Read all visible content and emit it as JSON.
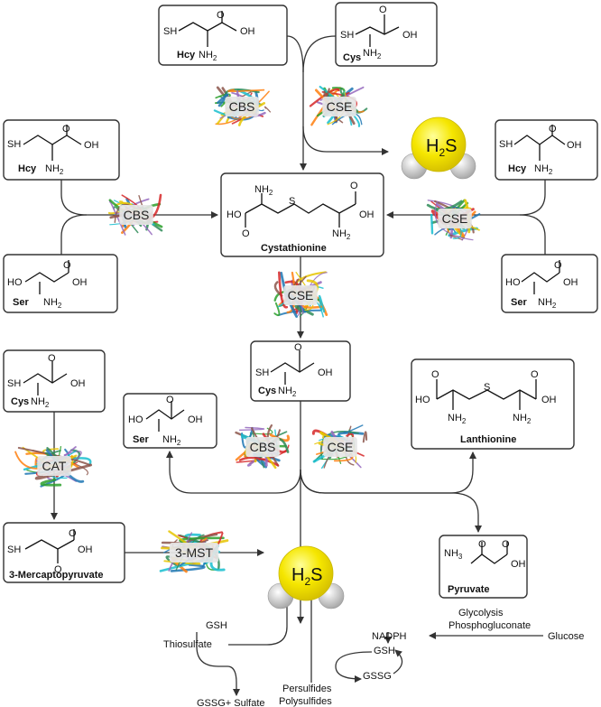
{
  "molecules": {
    "hcy": "Hcy",
    "cys": "Cys",
    "ser": "Ser",
    "cystathionine": "Cystathionine",
    "lanthionine": "Lanthionine",
    "mercaptopyruvate": "3-Mercaptopyruvate",
    "pyruvate": "Pyruvate"
  },
  "atoms": {
    "sh": "SH",
    "s": "S",
    "oh": "OH",
    "ho": "HO",
    "o": "O",
    "nh": "NH",
    "sub2": "2",
    "sub3": "3"
  },
  "enzymes": {
    "cbs": "CBS",
    "cse": "CSE",
    "cat": "CAT",
    "mst": "3-MST"
  },
  "h2s": {
    "h": "H",
    "sub": "2",
    "s": "S"
  },
  "metabolites": {
    "gsh": "GSH",
    "thiosulfate": "Thiosulfate",
    "gssg_sulfate": "GSSG+ Sulfate",
    "persulfides": "Persulfides",
    "polysulfides": "Polysulfides",
    "glycolysis": "Glycolysis",
    "phosphogluconate": "Phosphogluconate",
    "nadph": "NADPH",
    "glucose": "Glucose",
    "gssg": "GSSG"
  },
  "colors": {
    "h2s_sphere": "#f5e600",
    "h_sphere": "#c8c8c8",
    "enzyme_label_bg": "#e6e6e6",
    "line": "#333333"
  }
}
